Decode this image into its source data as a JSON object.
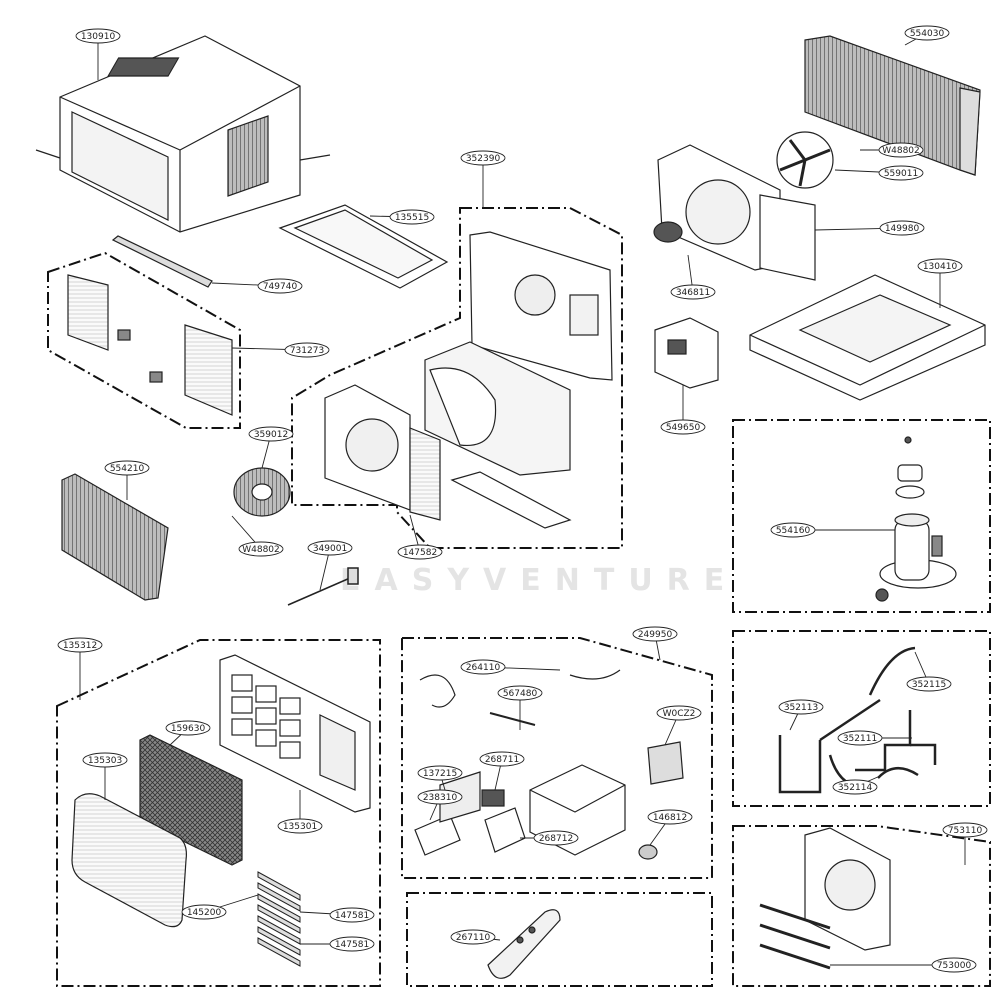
{
  "watermark": "EASYVENTURE",
  "parts": [
    {
      "id": "p-130910",
      "label": "130910"
    },
    {
      "id": "p-554030",
      "label": "554030"
    },
    {
      "id": "p-448800-top",
      "label": "W48802"
    },
    {
      "id": "p-559011",
      "label": "559011"
    },
    {
      "id": "p-352390",
      "label": "352390"
    },
    {
      "id": "p-135515",
      "label": "135515"
    },
    {
      "id": "p-149980",
      "label": "149980"
    },
    {
      "id": "p-749740",
      "label": "749740"
    },
    {
      "id": "p-346811",
      "label": "346811"
    },
    {
      "id": "p-130410",
      "label": "130410"
    },
    {
      "id": "p-731273",
      "label": "731273"
    },
    {
      "id": "p-549650",
      "label": "549650"
    },
    {
      "id": "p-359012",
      "label": "359012"
    },
    {
      "id": "p-554210",
      "label": "554210"
    },
    {
      "id": "p-554160",
      "label": "554160"
    },
    {
      "id": "p-448802-bottom",
      "label": "W48802"
    },
    {
      "id": "p-349001",
      "label": "349001"
    },
    {
      "id": "p-147582",
      "label": "147582"
    },
    {
      "id": "p-135312",
      "label": "135312"
    },
    {
      "id": "p-249950",
      "label": "249950"
    },
    {
      "id": "p-264110",
      "label": "264110"
    },
    {
      "id": "p-567480",
      "label": "567480"
    },
    {
      "id": "p-wocz2",
      "label": "W0CZ2"
    },
    {
      "id": "p-352115",
      "label": "352115"
    },
    {
      "id": "p-159630",
      "label": "159630"
    },
    {
      "id": "p-352113",
      "label": "352113"
    },
    {
      "id": "p-352111",
      "label": "352111"
    },
    {
      "id": "p-137215",
      "label": "137215"
    },
    {
      "id": "p-268711-a",
      "label": "268711"
    },
    {
      "id": "p-135303",
      "label": "135303"
    },
    {
      "id": "p-352114",
      "label": "352114"
    },
    {
      "id": "p-238310",
      "label": "238310"
    },
    {
      "id": "p-146812",
      "label": "146812"
    },
    {
      "id": "p-268712",
      "label": "268712"
    },
    {
      "id": "p-135301",
      "label": "135301"
    },
    {
      "id": "p-753110",
      "label": "753110"
    },
    {
      "id": "p-145200",
      "label": "145200"
    },
    {
      "id": "p-147581-a",
      "label": "147581"
    },
    {
      "id": "p-147581-b",
      "label": "147581"
    },
    {
      "id": "p-267110",
      "label": "267110"
    },
    {
      "id": "p-753000",
      "label": "753000"
    }
  ]
}
